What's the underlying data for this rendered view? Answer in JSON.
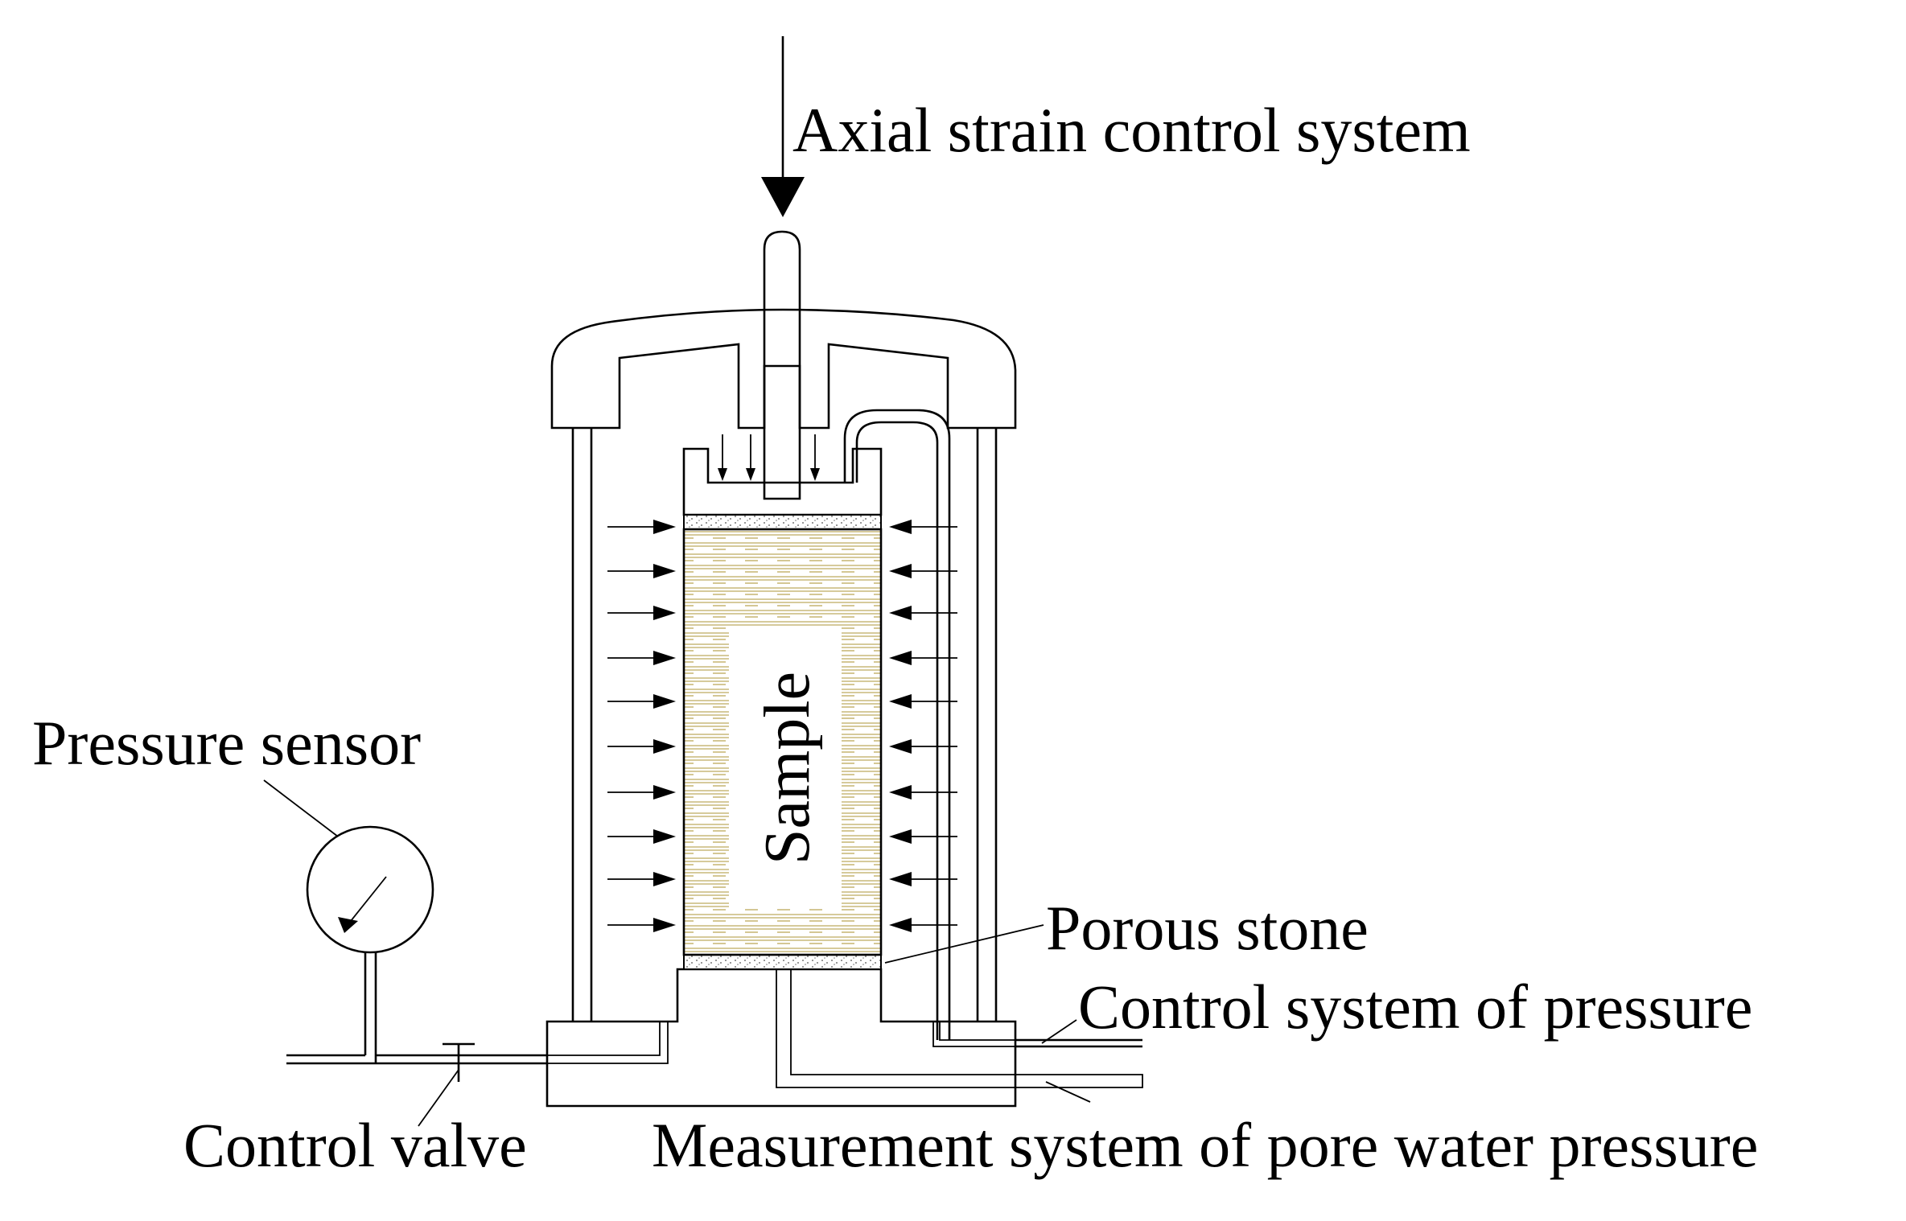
{
  "diagram": {
    "labels": {
      "axial": "Axial strain control system",
      "pressure_sensor": "Pressure sensor",
      "sample": "Sample",
      "porous_stone": "Porous stone",
      "control_pressure": "Control system of pressure",
      "control_valve": "Control valve",
      "pore_water": "Measurement system of pore water pressure"
    },
    "colors": {
      "hatch": "#e6d89a",
      "layers": "#c9b97a",
      "stone": "#777777",
      "outline": "#000000"
    }
  }
}
